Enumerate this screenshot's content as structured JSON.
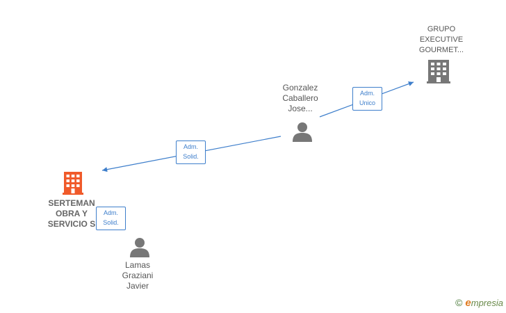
{
  "nodes": {
    "grupo": {
      "lines": [
        "GRUPO",
        "EXECUTIVE",
        "GOURMET..."
      ]
    },
    "gonzalez": {
      "lines": [
        "Gonzalez",
        "Caballero",
        "Jose..."
      ]
    },
    "serteman": {
      "lines": [
        "SERTEMAN",
        "OBRA Y",
        "SERVICIO S"
      ]
    },
    "lamas": {
      "lines": [
        "Lamas",
        "Graziani",
        "Javier"
      ]
    }
  },
  "edges": {
    "gonzalez_to_grupo": {
      "lines": [
        "Adm.",
        "Unico"
      ]
    },
    "gonzalez_to_serteman": {
      "lines": [
        "Adm.",
        "Solid."
      ]
    },
    "lamas_to_serteman": {
      "lines": [
        "Adm.",
        "Solid."
      ]
    }
  },
  "colors": {
    "edge": "#3d7ecb",
    "main_company": "#f05a2a",
    "company": "#777777",
    "person": "#777777"
  },
  "brand": {
    "copyright": "©",
    "initial": "e",
    "rest": "mpresia"
  }
}
